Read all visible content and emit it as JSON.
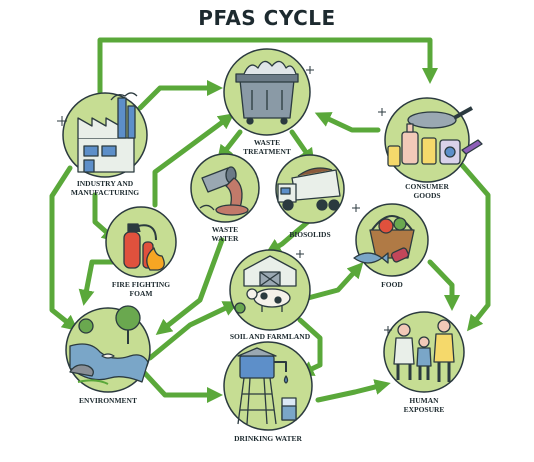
{
  "title": "PFAS CYCLE",
  "colors": {
    "arrow": "#5aa83a",
    "circle": "#c6dd93",
    "outline": "#2b3a3f",
    "ink": "#1d2a2f"
  },
  "nodes": {
    "industry": {
      "line1": "INDUSTRY AND",
      "line2": "MANUFACTURING"
    },
    "waste_treatment": {
      "line1": "WASTE",
      "line2": "TREATMENT"
    },
    "consumer_goods": {
      "line1": "CONSUMER",
      "line2": "GOODS"
    },
    "fire_foam": {
      "line1": "FIRE FIGHTING",
      "line2": "FOAM"
    },
    "waste_water": {
      "line1": "WASTE",
      "line2": "WATER"
    },
    "biosolids": {
      "line1": "BIOSOLIDS"
    },
    "food": {
      "line1": "FOOD"
    },
    "soil": {
      "line1": "SOIL AND FARMLAND"
    },
    "environment": {
      "line1": "ENVIRONMENT"
    },
    "drinking_water": {
      "line1": "DRINKING WATER"
    },
    "human": {
      "line1": "HUMAN",
      "line2": "EXPOSURE"
    }
  },
  "icons": {
    "industry": "factory-icon",
    "waste_treatment": "dumpster-icon",
    "consumer_goods": "cookware-cosmetics-icon",
    "fire_foam": "fire-extinguisher-icon",
    "waste_water": "outflow-pipe-icon",
    "biosolids": "dump-truck-icon",
    "food": "food-basket-icon",
    "soil": "barn-cow-icon",
    "environment": "river-landscape-icon",
    "drinking_water": "water-tower-icon",
    "human": "family-icon"
  }
}
